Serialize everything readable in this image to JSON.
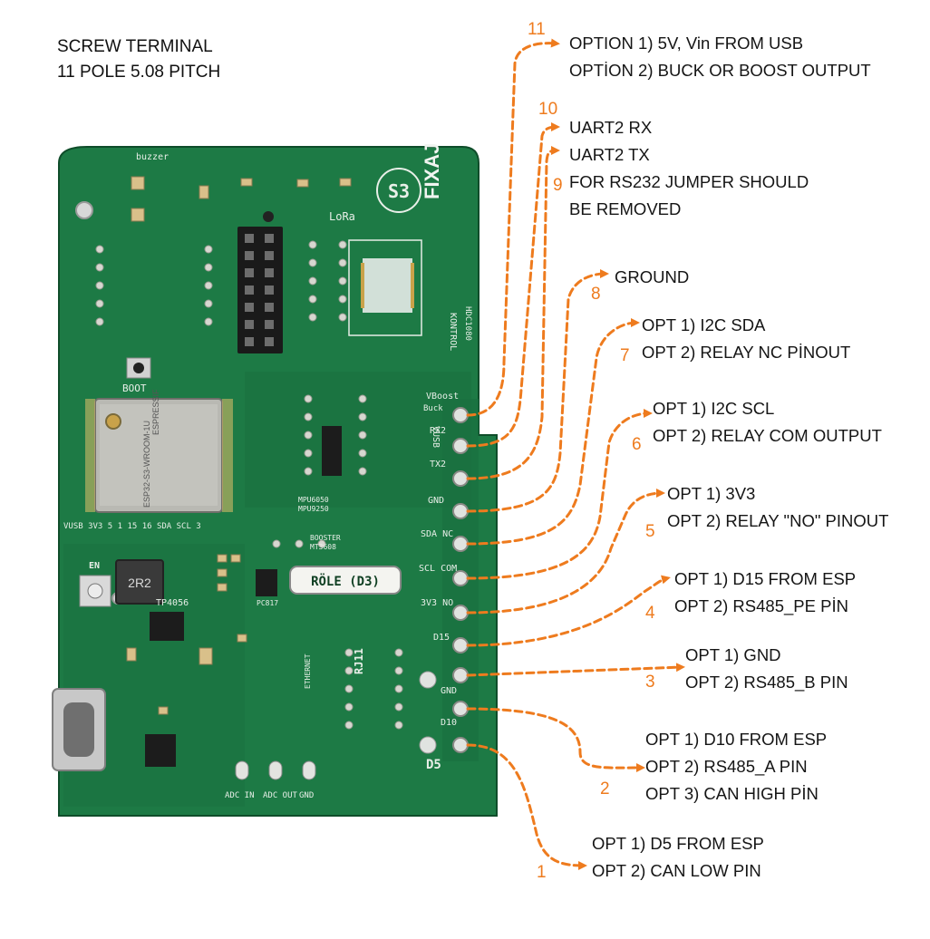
{
  "header": {
    "line1": "SCREW TERMINAL",
    "line2": "11 POLE 5.08 PITCH"
  },
  "colors": {
    "accent": "#ee7b1e",
    "pcb": "#1d7a45",
    "pcb_dark": "#135c33",
    "terminal_pad": "#e0e3e0"
  },
  "pins": [
    {
      "num": "11",
      "lines": [
        "OPTION 1) 5V, Vin FROM USB",
        "OPTİON 2) BUCK OR BOOST OUTPUT"
      ]
    },
    {
      "num": "10",
      "lines": [
        "UART2 RX"
      ]
    },
    {
      "num": "9",
      "lines": [
        "UART2 TX",
        "FOR RS232 JUMPER SHOULD",
        "BE REMOVED"
      ]
    },
    {
      "num": "8",
      "lines": [
        "GROUND"
      ]
    },
    {
      "num": "7",
      "lines": [
        "OPT 1) I2C SDA",
        "OPT 2) RELAY NC PİNOUT"
      ]
    },
    {
      "num": "6",
      "lines": [
        "OPT 1) I2C SCL",
        "OPT 2) RELAY COM OUTPUT"
      ]
    },
    {
      "num": "5",
      "lines": [
        "OPT 1) 3V3",
        "OPT 2) RELAY \"NO\" PINOUT"
      ]
    },
    {
      "num": "4",
      "lines": [
        "OPT 1) D15 FROM ESP",
        "OPT 2) RS485_PE PİN"
      ]
    },
    {
      "num": "3",
      "lines": [
        "OPT 1) GND",
        "OPT 2) RS485_B PIN"
      ]
    },
    {
      "num": "2",
      "lines": [
        "OPT 1) D10 FROM ESP",
        "OPT 2) RS485_A PIN",
        "OPT 3) CAN HIGH PİN"
      ]
    },
    {
      "num": "1",
      "lines": [
        "OPT 1) D5 FROM ESP",
        "OPT 2) CAN LOW PIN"
      ]
    }
  ],
  "board": {
    "brand": "FIXAJ",
    "chip_vendor": "ESPRESSIF",
    "module": "ESP32-S3-WROOM-1U",
    "logo_text": "S3",
    "inductor": "2R2",
    "relay": "RÖLE (D3)",
    "lora": "LoRa",
    "boot": "BOOT",
    "buzzer": "buzzer",
    "terminal_labels": [
      "VUSB",
      "RX2",
      "TX2",
      "GND",
      "SDA NC",
      "SCL COM",
      "3V3 NO",
      "D15",
      "GND",
      "D10",
      "D5"
    ],
    "bottom_labels": [
      "ADC IN",
      "ADC OUT",
      "GND"
    ],
    "silk": {
      "rj11": "RJ11",
      "ethernet": "ETHERNET",
      "booster": "BOOSTER",
      "mt3608": "MT3608",
      "pc817": "PC817",
      "tp4056": "TP4056",
      "mpu": "MPU6050",
      "mpu2": "MPU9250",
      "usb_tag": "VUSB 3V3 5 1 15 16 SDA SCL 3",
      "kontrol": "KONTROL",
      "hdc": "HDC1080",
      "ena": "EN",
      "vboost": "VBoost",
      "buck": "Buck"
    }
  }
}
